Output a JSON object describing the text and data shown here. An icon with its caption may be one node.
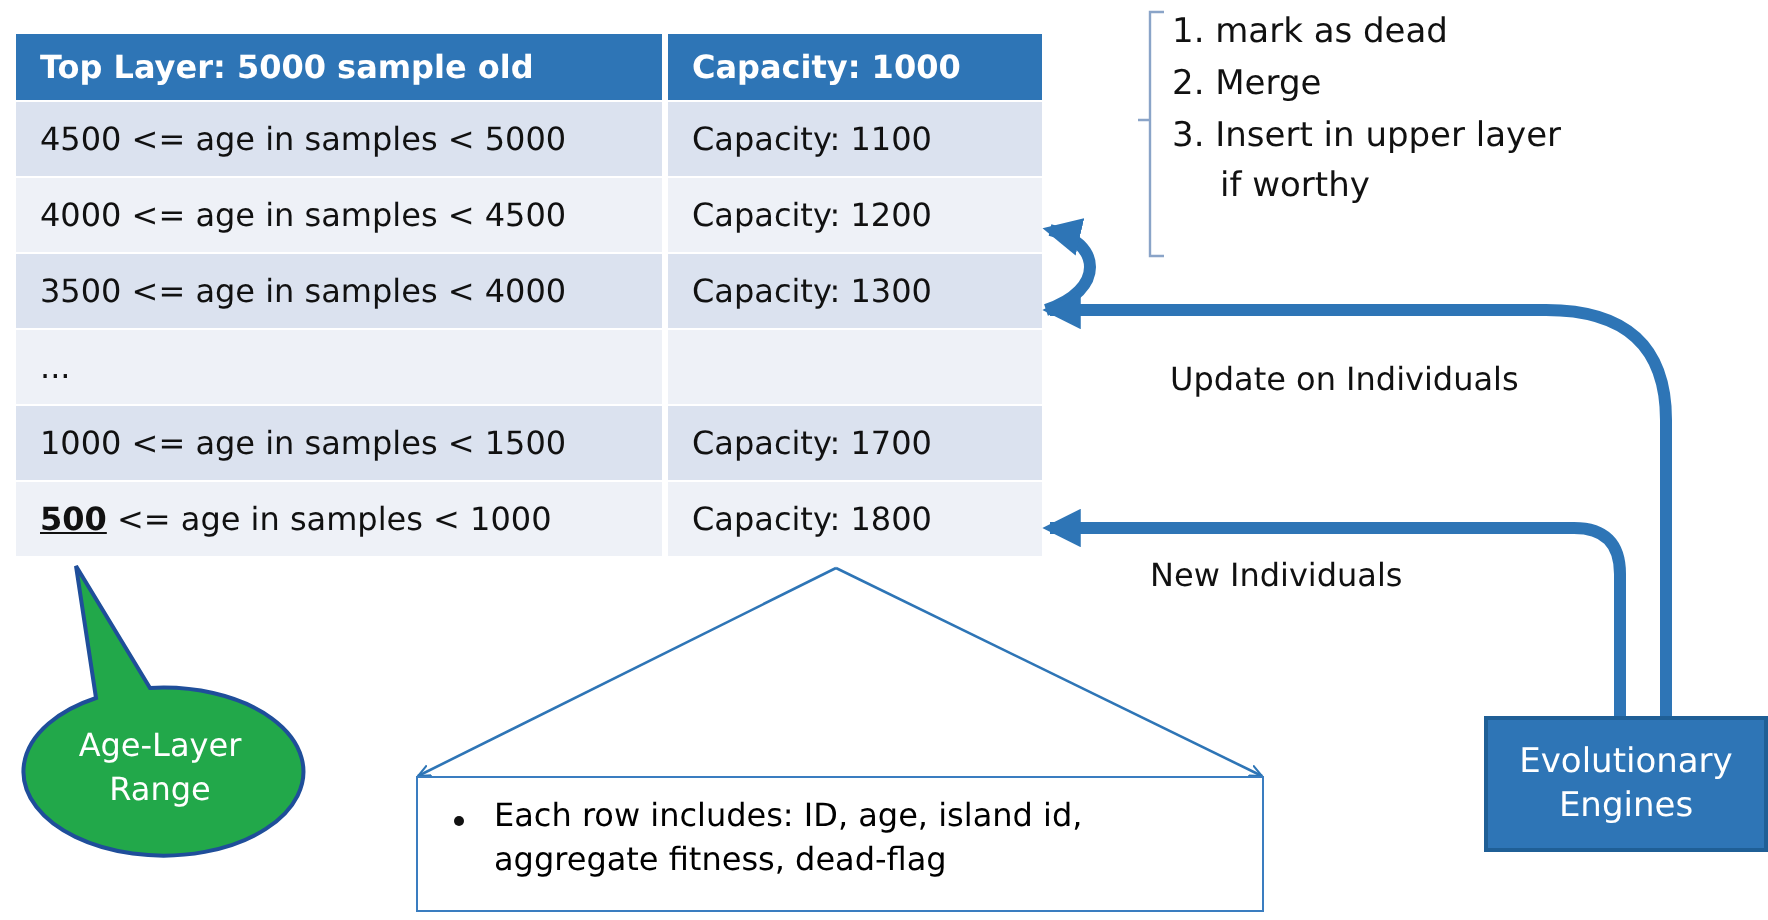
{
  "diagram": {
    "nodes": [
      {
        "text": [
          "Top Layer: 5000 sample old",
          "Capacity: 1000"
        ]
      },
      {
        "text": [
          "4500 <= age in samples < 5000",
          "Capacity: 1100"
        ]
      },
      {
        "text": [
          "4000 <= age in samples < 4500",
          "Capacity: 1200"
        ]
      },
      {
        "text": [
          "3500 <= age in samples < 4000",
          "Capacity: 1300"
        ]
      },
      {
        "text": [
          "..."
        ]
      },
      {
        "text": [
          "1000 <= age in samples < 1500",
          "Capacity: 1700"
        ]
      },
      {
        "text": [
          "**500** <= age in samples < 1000",
          "Capacity: 1800"
        ]
      },
      {
        "text": [
          "Evolutionary Engines"
        ]
      },
      {
        "text": [
          "Age-Layer Range"
        ]
      },
      {
        "text": [
          "Each row includes: ID, age, island id, aggregate fitness, dead-flag"
        ]
      }
    ],
    "edges": [
      {
        "from": 3,
        "to": 2,
        "arrow": "to"
      },
      {
        "from": 7,
        "to": 3,
        "arrow": "to",
        "label": "Update on Individuals"
      },
      {
        "from": 7,
        "to": 6,
        "arrow": "to",
        "label": "New Individuals"
      },
      {
        "from": 6,
        "to": 9,
        "arrow": "to"
      },
      {
        "from": 6,
        "to": 9,
        "arrow": "to"
      }
    ],
    "labels": [
      "1. mark as dead",
      "2. Merge",
      "3. Insert in upper layer if worthy"
    ]
  }
}
